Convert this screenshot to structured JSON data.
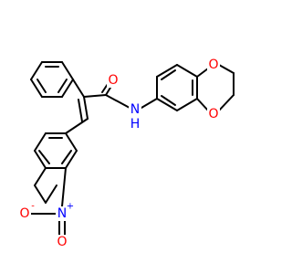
{
  "atom_labels": {
    "amide_oxygen": "O",
    "amide_nh": "N\nH",
    "dioxane_oxygen_top": "O",
    "dioxane_oxygen_bottom": "O",
    "nitro_nitrogen": "N",
    "nitro_oxygen_left": "O",
    "nitro_oxygen_bottom": "O"
  },
  "charges": {
    "nitro_nitrogen": "+",
    "nitro_oxygen_left": "-"
  },
  "colors": {
    "bond": "#000000",
    "oxygen": "#ff0000",
    "nitrogen": "#0000ff"
  }
}
